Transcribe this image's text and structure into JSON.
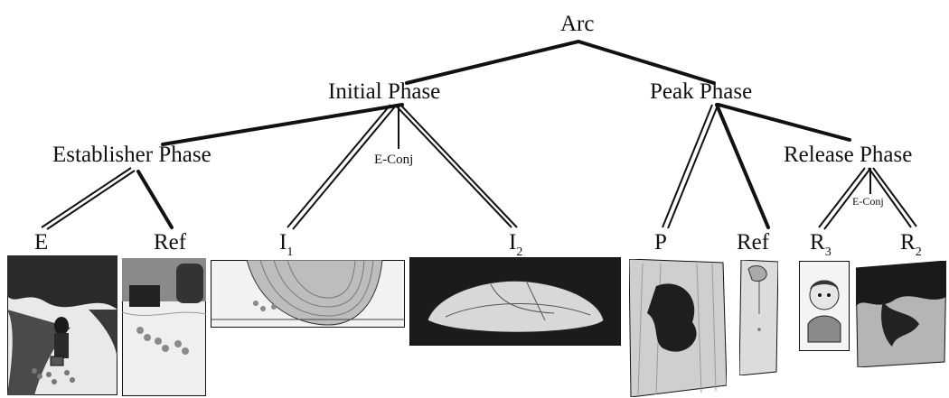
{
  "diagram": {
    "root": "Arc",
    "initial_phase": "Initial Phase",
    "peak_phase": "Peak Phase",
    "establisher_phase": "Establisher Phase",
    "release_phase": "Release Phase",
    "e_conj_1": "E-Conj",
    "e_conj_2": "E-Conj",
    "leaves": {
      "e": "E",
      "ref_1": "Ref",
      "i1_base": "I",
      "i1_sub": "1",
      "i2_base": "I",
      "i2_sub": "2",
      "p": "P",
      "ref_2": "Ref",
      "r3_base": "R",
      "r3_sub": "3",
      "r2_base": "R",
      "r2_sub": "2"
    }
  },
  "panels": [
    {
      "name": "establisher-panel",
      "depicts": "figure walking a forest path"
    },
    {
      "name": "refiner-panel",
      "depicts": "wheels with footprints"
    },
    {
      "name": "initial-1-panel",
      "depicts": "large rolling wheel"
    },
    {
      "name": "initial-2-panel",
      "depicts": "straw sandal close-up"
    },
    {
      "name": "peak-panel",
      "depicts": "dark figure in motion"
    },
    {
      "name": "refiner-2-panel",
      "depicts": "small dangling object"
    },
    {
      "name": "release-3-panel",
      "depicts": "boy looking up"
    },
    {
      "name": "release-2-panel",
      "depicts": "tree silhouette"
    }
  ]
}
